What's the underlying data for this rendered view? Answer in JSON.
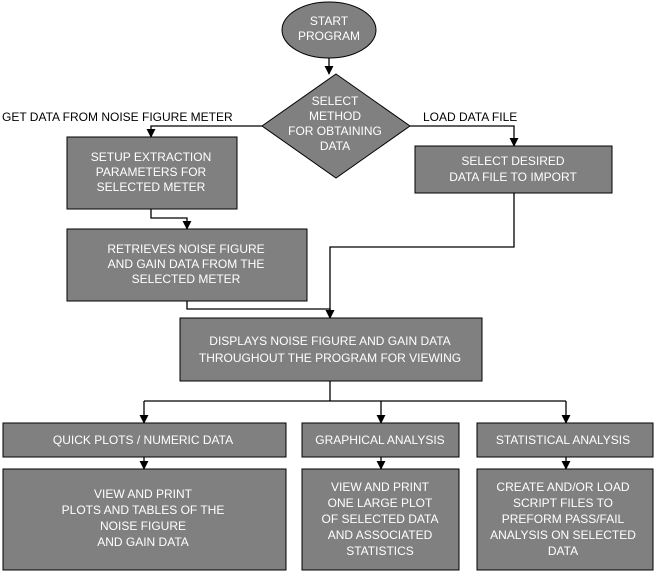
{
  "start": [
    "START",
    "PROGRAM"
  ],
  "decision": [
    "SELECT",
    "METHOD",
    "FOR OBTAINING",
    "DATA"
  ],
  "edge_left_label": "GET DATA FROM NOISE FIGURE METER",
  "edge_right_label": "LOAD DATA FILE",
  "setup": [
    "SETUP EXTRACTION",
    "PARAMETERS FOR",
    "SELECTED METER"
  ],
  "select_file": [
    "SELECT DESIRED",
    "DATA FILE TO IMPORT"
  ],
  "retrieve": [
    "RETRIEVES NOISE FIGURE",
    "AND GAIN DATA FROM THE",
    "SELECTED METER"
  ],
  "display": [
    "DISPLAYS NOISE FIGURE AND GAIN DATA",
    "THROUGHOUT THE PROGRAM FOR VIEWING"
  ],
  "quick_plots": [
    "QUICK PLOTS / NUMERIC DATA"
  ],
  "graphical": [
    "GRAPHICAL ANALYSIS"
  ],
  "statistical": [
    "STATISTICAL ANALYSIS"
  ],
  "view_print_plots": [
    "VIEW AND PRINT",
    "PLOTS AND TABLES OF THE",
    "NOISE FIGURE",
    "AND GAIN DATA"
  ],
  "view_print_large": [
    "VIEW AND PRINT",
    "ONE LARGE PLOT",
    "OF SELECTED DATA",
    "AND ASSOCIATED",
    "STATISTICS"
  ],
  "script_files": [
    "CREATE AND/OR LOAD",
    "SCRIPT FILES TO",
    "PREFORM PASS/FAIL",
    "ANALYSIS ON SELECTED",
    "DATA"
  ],
  "colors": {
    "node_fill": "#808080",
    "node_border": "#000000",
    "text": "#ffffff",
    "edge": "#000000"
  }
}
